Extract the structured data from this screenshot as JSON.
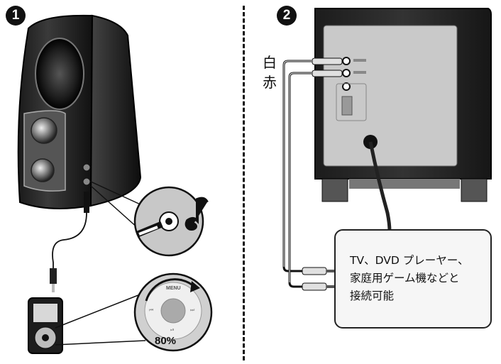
{
  "steps": {
    "step1": "1",
    "step2": "2"
  },
  "labels": {
    "white": "白",
    "red": "赤"
  },
  "callout": {
    "lines": [
      "TV、DVD プレーヤー、",
      "家庭用ゲーム機などと",
      "接続可能"
    ]
  },
  "ipod": {
    "menu_label": "MENU",
    "volume_text": "80%",
    "volume_level": 0.8
  },
  "icons": [
    "music-note-icon",
    "play-pause-icon",
    "rewind-icon",
    "fast-forward-icon"
  ],
  "colors": {
    "ink": "#111111",
    "speaker_dark": "#2a2a2a",
    "panel_gray": "#c9c9c9",
    "callout_bg": "#f6f6f6"
  }
}
